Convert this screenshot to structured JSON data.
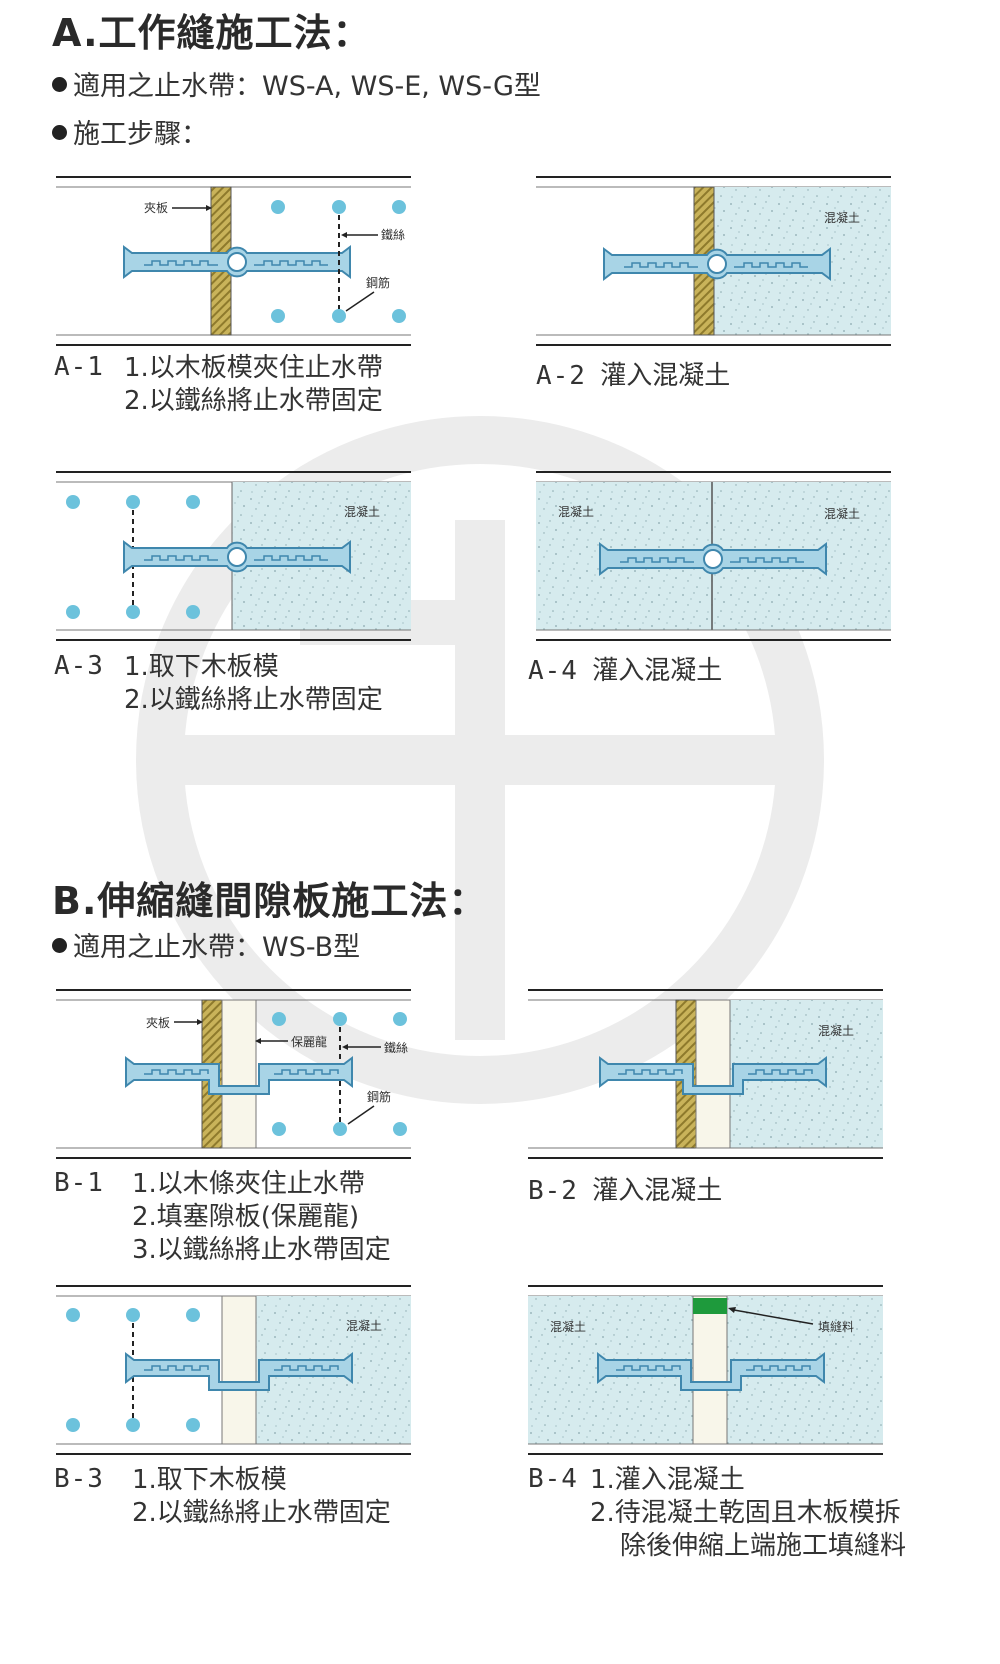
{
  "section_a": {
    "title": "A.工作縫施工法：",
    "applicable": "適用之止水帶：WS-A, WS-E, WS-G型",
    "steps_heading": "施工步驟："
  },
  "section_b": {
    "title": "B.伸縮縫間隙板施工法：",
    "applicable": "適用之止水帶：WS-B型"
  },
  "labels": {
    "clamp_board": "夾板",
    "wire": "鐵絲",
    "rebar": "鋼筋",
    "concrete": "混凝土",
    "filler_board": "保麗龍",
    "sealant": "填縫料"
  },
  "steps": [
    {
      "code": "A-1",
      "lines": [
        "1.以木板模夾住止水帶",
        "2.以鐵絲將止水帶固定"
      ]
    },
    {
      "code": "A-2",
      "lines": [
        "灌入混凝土"
      ]
    },
    {
      "code": "A-3",
      "lines": [
        "1.取下木板模",
        "2.以鐵絲將止水帶固定"
      ]
    },
    {
      "code": "A-4",
      "lines": [
        "灌入混凝土"
      ]
    },
    {
      "code": "B-1",
      "lines": [
        "1.以木條夾住止水帶",
        "2.填塞隙板(保麗龍)",
        "3.以鐵絲將止水帶固定"
      ]
    },
    {
      "code": "B-2",
      "lines": [
        "灌入混凝土"
      ]
    },
    {
      "code": "B-3",
      "lines": [
        "1.取下木板模",
        "2.以鐵絲將止水帶固定"
      ]
    },
    {
      "code": "B-4",
      "lines": [
        "1.灌入混凝土",
        "2.待混凝土乾固且木板模拆",
        "除後伸縮上端施工填縫料"
      ]
    }
  ],
  "colors": {
    "concrete": "#d6ebee",
    "waterstop": "#a8d4e6",
    "waterstop_stroke": "#3f87ad",
    "rebar": "#6cc2dc",
    "wood": "#b9a24a",
    "filler": "#f8f6ea",
    "sealant": "#1e9a3c",
    "watermark": "#ececec"
  }
}
